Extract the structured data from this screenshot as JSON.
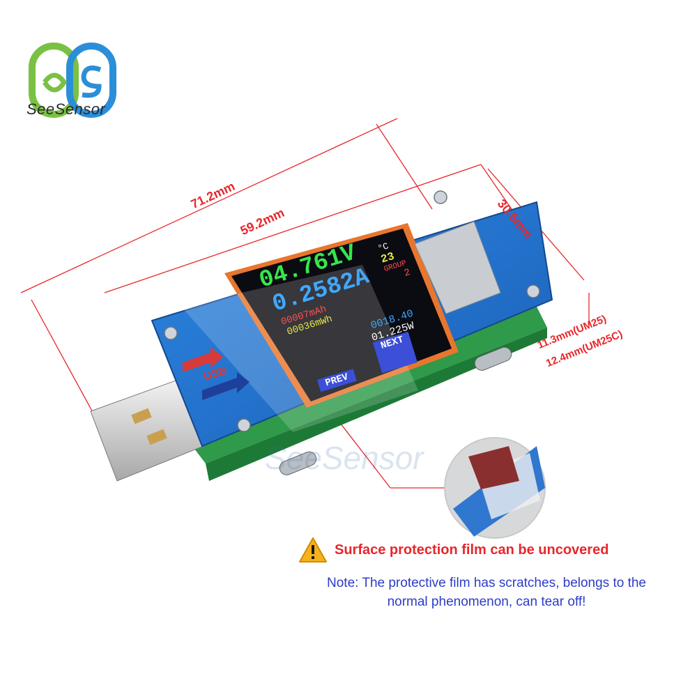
{
  "brand": {
    "name": "SeeSensor",
    "colors": {
      "logo_green": "#7ac143",
      "logo_blue": "#2a8fd8"
    }
  },
  "dimensions": {
    "length_total": "71.2mm",
    "length_screen": "59.2mm",
    "width": "30.5mm",
    "height_um25": "11.3mm(UM25)",
    "height_um25c": "12.4mm(UM25C)",
    "line_color": "#e8262b"
  },
  "device_screen": {
    "voltage": "04.761V",
    "current": "0.2582A",
    "temperature_unit": "°C",
    "temperature": "23",
    "group_label": "GROUP",
    "group_value": "2",
    "capacity_mah": "00007mAh",
    "energy_mwh": "00036mWh",
    "time": "0018.40",
    "power": "01.225W",
    "prev_label": "PREV",
    "next_label": "NEXT"
  },
  "usb_badge": "USB",
  "watermark": "SeeSensor",
  "warning": {
    "icon": "warning-triangle-icon",
    "text": "Surface protection film can be uncovered"
  },
  "note": {
    "line1": "Note: The protective film has scratches, belongs to the",
    "line2": "normal phenomenon, can tear off!"
  }
}
